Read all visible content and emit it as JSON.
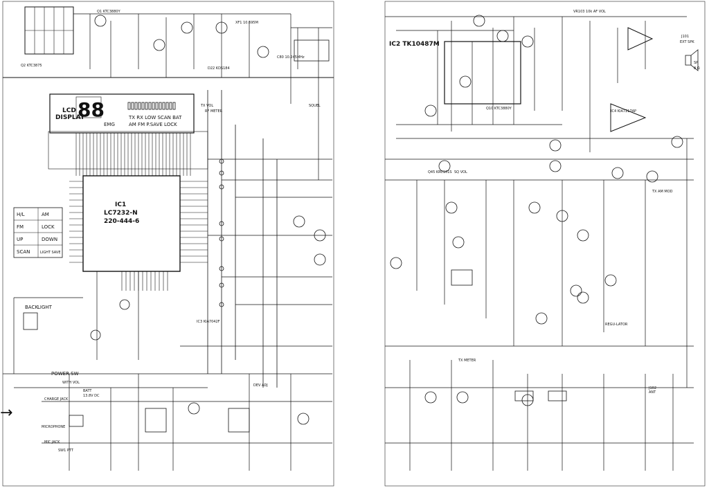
{
  "left_sheet": {
    "display": {
      "title_line1": "LCD",
      "title_line2": "DISPLAY",
      "digits": "88",
      "emg": "EMG",
      "row1": "TX  RX LOW  SCAN BAT",
      "row2": "AM   FM  P.SAVE  LOCK"
    },
    "ic1": {
      "designator": "IC1",
      "part": "LC7232-N",
      "number": "220-444-6"
    },
    "keys": {
      "am": "AM",
      "fm": "FM",
      "hl": "H/L",
      "lock": "LOCK",
      "up": "UP",
      "down": "DOWN",
      "scan": "SCAN",
      "light_save": "LIGHT SAVE",
      "back": "BACK",
      "light": "LIGHT"
    },
    "labels": {
      "power_sw": "POWER SW",
      "with_vol": "WITH VOL",
      "batt": "BATT",
      "batt_v": "13.8V DC",
      "charge_jack": "CHARGE JACK",
      "microphone": "MICROPHONE",
      "mic_jack": "MIC JACK",
      "sw1_ptt": "SW1 PTT",
      "dev_adj": "DEV ADJ",
      "squel": "SQUEL",
      "rf_meter": "RF METER",
      "tx_vol": "TX VOL",
      "q1": "Q1 KTC3880Y",
      "q2": "Q2 KTC3875",
      "ic3": "IC3 KIA7042F",
      "d22": "D22 KDS184",
      "xf1": "XF1 10.695M",
      "c80": "C80 10.245MHz"
    }
  },
  "right_sheet": {
    "ic2": "IC2  TK10487M",
    "ic4": "IC4 KIA7217AP",
    "vr": "VR103 10k AF VOL",
    "j101": "J101",
    "ext_spk": "EXT SPK",
    "sp": "SP",
    "ohm": "8 Ω",
    "q10": "Q10 KTC3880Y",
    "tx_meter": "TX METER",
    "ant": "ANT",
    "j102": "J102",
    "regulator": "REGU-LATOR",
    "modulation": "TX AM MOD",
    "sq_vol": "SQ VOL",
    "q45": "Q45 KRC101S"
  },
  "annotations": {
    "arrow": "→"
  }
}
